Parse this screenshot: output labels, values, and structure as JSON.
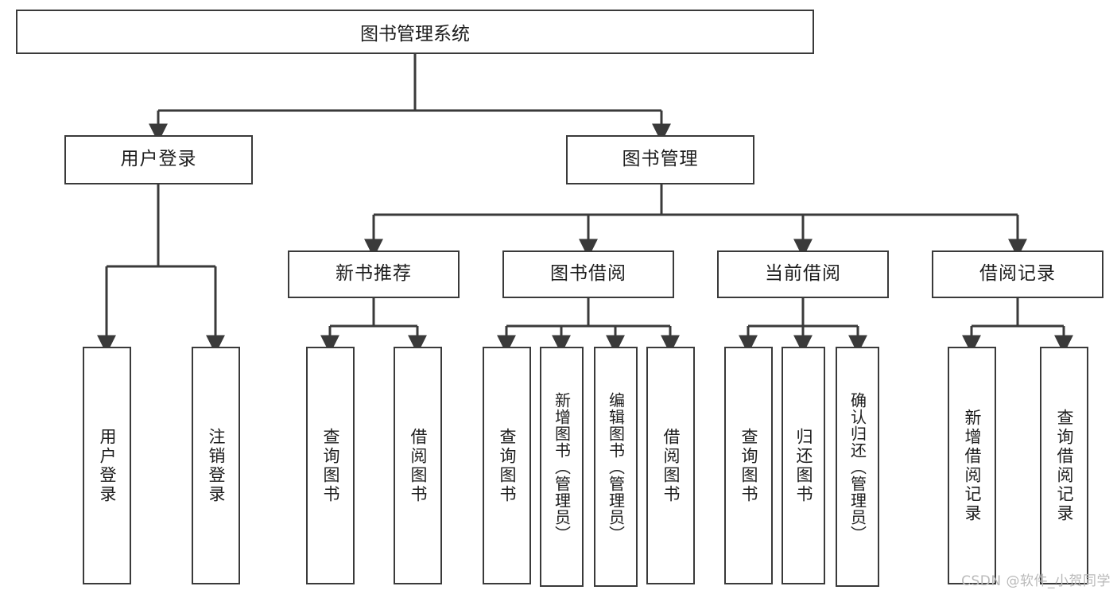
{
  "diagram": {
    "title": "图书管理系统",
    "type": "tree",
    "watermark": "CSDN @软件_小贺同学",
    "colors": {
      "box_border": "#3a3a3a",
      "box_fill": "#ffffff",
      "edge": "#3a3a3a",
      "text": "#1d1d1d",
      "watermark": "#b9b9b9",
      "background": "#ffffff"
    },
    "nodes": {
      "root": {
        "label": "图书管理系统"
      },
      "level2": [
        {
          "id": "user-login",
          "label": "用户登录"
        },
        {
          "id": "book-manage",
          "label": "图书管理"
        }
      ],
      "level3": [
        {
          "id": "new-book-recommend",
          "label": "新书推荐"
        },
        {
          "id": "book-borrow",
          "label": "图书借阅"
        },
        {
          "id": "current-borrow",
          "label": "当前借阅"
        },
        {
          "id": "borrow-record",
          "label": "借阅记录"
        }
      ],
      "leaves": [
        {
          "id": "leaf-user-login",
          "label": "用户登录",
          "parent": "user-login"
        },
        {
          "id": "leaf-logout-login",
          "label": "注销登录",
          "parent": "user-login"
        },
        {
          "id": "leaf-query-book-1",
          "label": "查询图书",
          "parent": "new-book-recommend"
        },
        {
          "id": "leaf-borrow-book-1",
          "label": "借阅图书",
          "parent": "new-book-recommend"
        },
        {
          "id": "leaf-query-book-2",
          "label": "查询图书",
          "parent": "book-borrow"
        },
        {
          "id": "leaf-add-book",
          "label": "新增图书（管理员）",
          "parent": "book-borrow"
        },
        {
          "id": "leaf-edit-book",
          "label": "编辑图书（管理员）",
          "parent": "book-borrow"
        },
        {
          "id": "leaf-borrow-book-2",
          "label": "借阅图书",
          "parent": "book-borrow"
        },
        {
          "id": "leaf-query-book-3",
          "label": "查询图书",
          "parent": "current-borrow"
        },
        {
          "id": "leaf-return-book",
          "label": "归还图书",
          "parent": "current-borrow"
        },
        {
          "id": "leaf-confirm-return",
          "label": "确认归还（管理员）",
          "parent": "current-borrow"
        },
        {
          "id": "leaf-add-record",
          "label": "新增借阅记录",
          "parent": "borrow-record"
        },
        {
          "id": "leaf-query-record",
          "label": "查询借阅记录",
          "parent": "borrow-record"
        }
      ]
    }
  }
}
